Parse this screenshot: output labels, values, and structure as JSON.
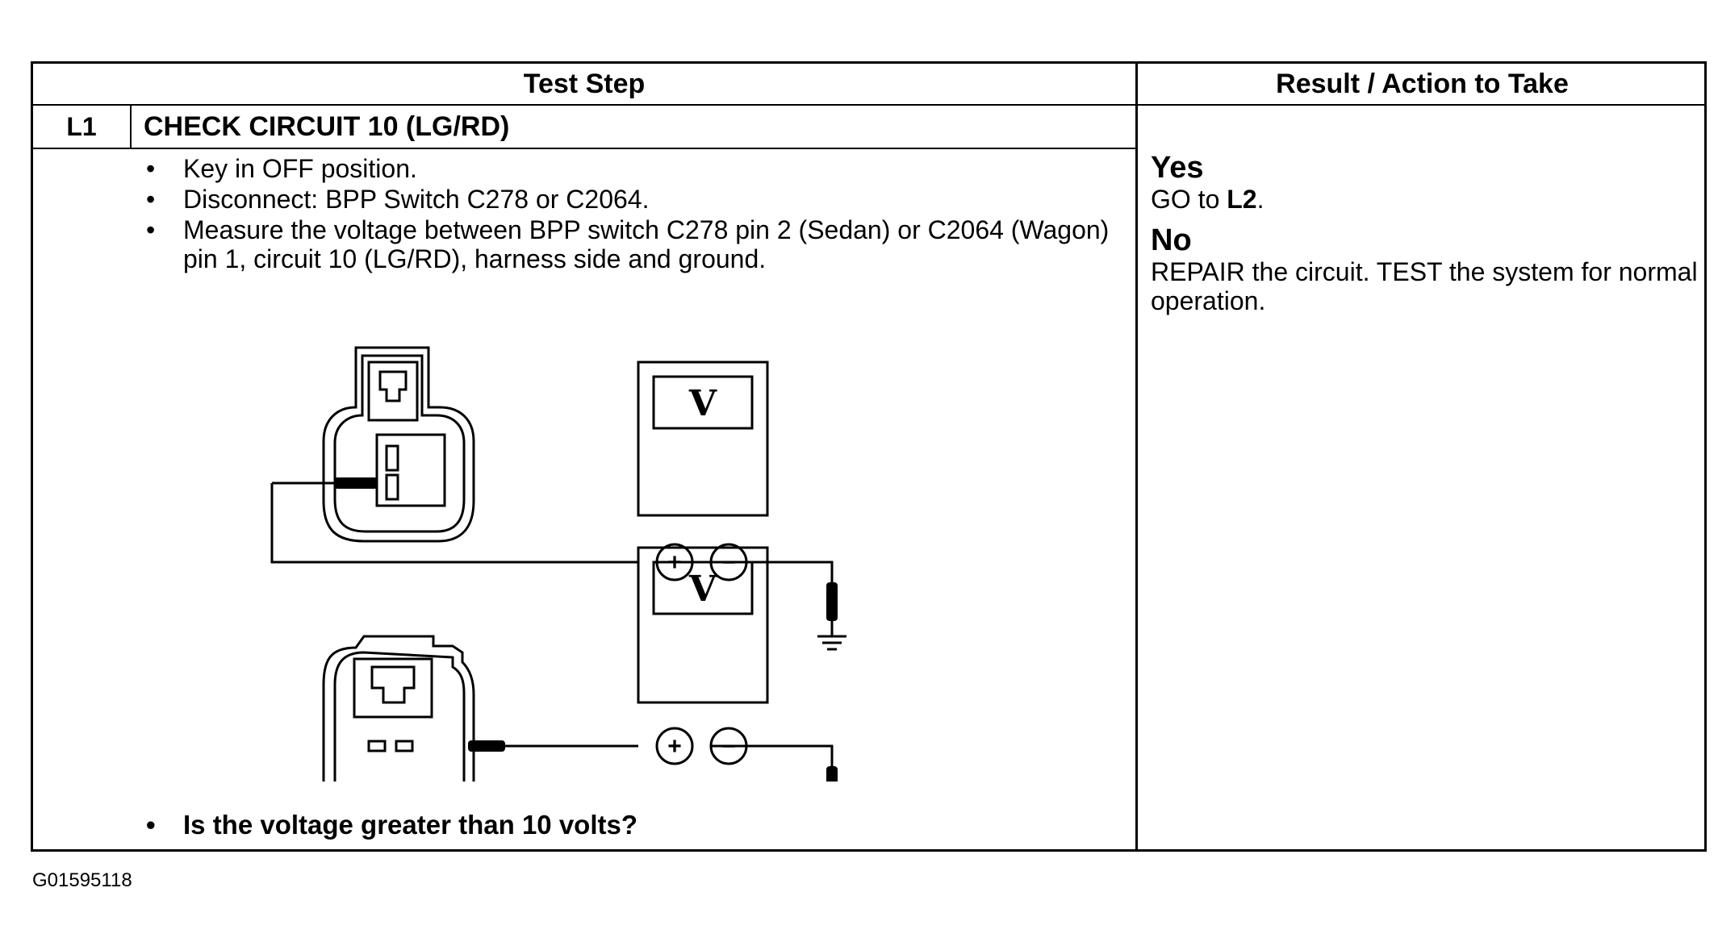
{
  "table": {
    "headers": {
      "test_step": "Test Step",
      "result_action": "Result / Action to Take"
    },
    "step": {
      "id": "L1",
      "title": "CHECK CIRCUIT 10 (LG/RD)",
      "instructions": [
        "Key in OFF position.",
        "Disconnect: BPP Switch C278 or C2064.",
        "Measure the voltage between BPP switch C278 pin 2 (Sedan) or C2064 (Wagon) pin 1, circuit 10 (LG/RD), harness side and ground."
      ],
      "bullet_symbol": "•",
      "question": "Is the voltage greater than 10 volts?"
    },
    "results": {
      "yes": {
        "label": "Yes",
        "action_prefix": "GO to ",
        "action_target": "L2",
        "action_suffix": "."
      },
      "no": {
        "label": "No",
        "action": "REPAIR the circuit. TEST the system for normal operation."
      }
    }
  },
  "diagram": {
    "meter_symbol": "V",
    "plus_symbol": "+",
    "minus_symbol": "−",
    "icons": [
      "sedan-connector-icon",
      "wagon-connector-icon",
      "voltmeter-icon",
      "ground-icon",
      "test-probe-icon"
    ]
  },
  "figure_code": "G01595118"
}
